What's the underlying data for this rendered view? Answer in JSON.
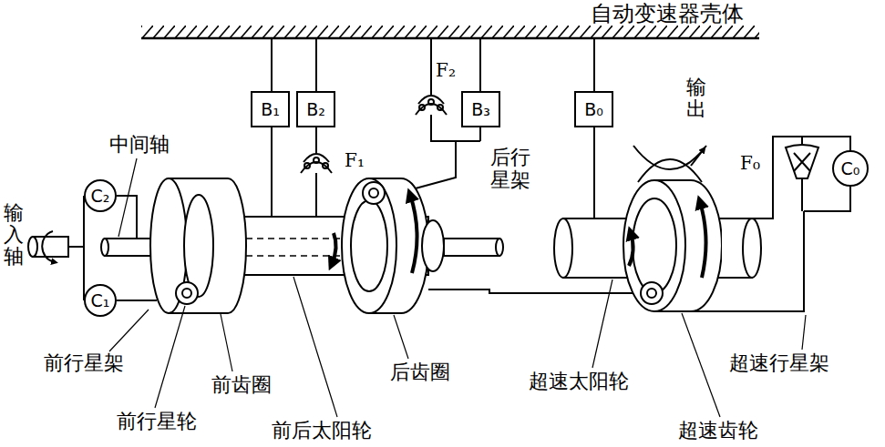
{
  "diagram": {
    "nodes": [
      {
        "text": [
          "B₁"
        ]
      },
      {
        "text": [
          "B₂"
        ]
      },
      {
        "text": [
          "B₃"
        ]
      },
      {
        "text": [
          "B₀"
        ]
      },
      {
        "text": [
          "C₀"
        ]
      },
      {
        "text": [
          "C₂"
        ]
      },
      {
        "text": [
          "C₁"
        ]
      }
    ],
    "labels": [
      "自动变速器壳体",
      "F₂",
      "输出",
      "中间轴",
      "F₁",
      "后行 星架",
      "F₀",
      "输入轴",
      "前行星架",
      "后齿圈",
      "超速太阳轮",
      "超速行星架",
      "前齿圈",
      "前行星轮",
      "前后太阳轮",
      "超速齿轮"
    ]
  }
}
